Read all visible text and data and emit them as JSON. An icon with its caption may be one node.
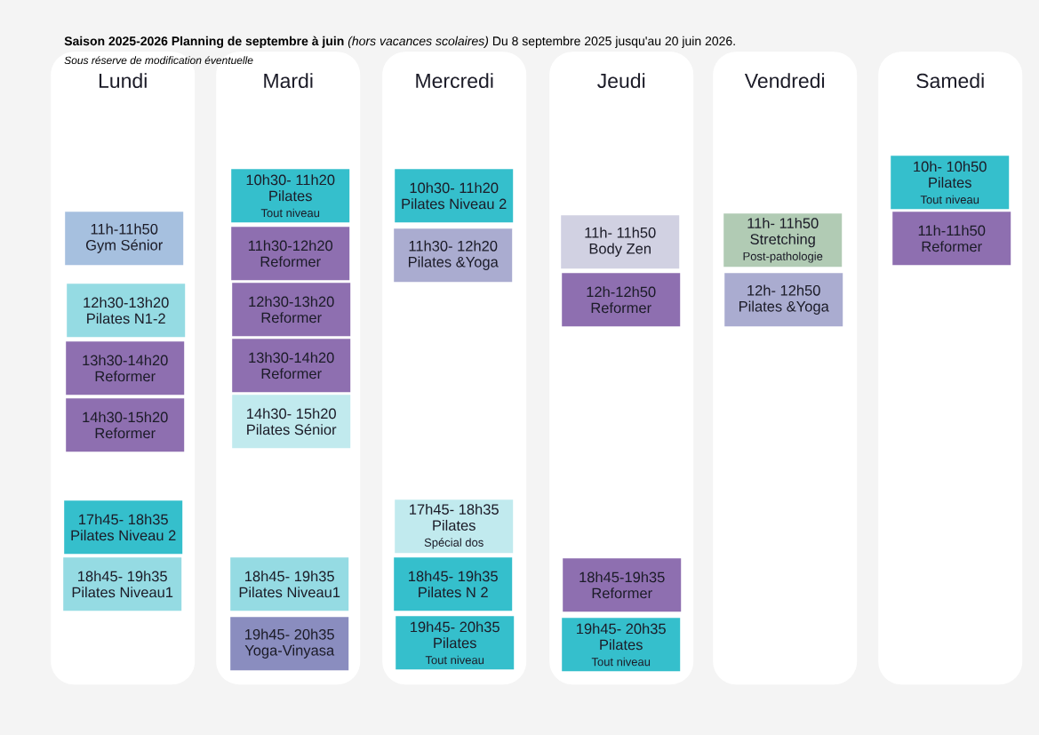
{
  "diagram": {
    "title": "**Saison 2025-2026 Planning de septembre à juin** *(hors vacances scolaires)* Du 8 septembre 2025 jusqu'au 20 juin 2026.",
    "nodes": [
      {
        "text": [
          "Lundi"
        ]
      },
      {
        "text": [
          "11h-11h50",
          "Gym Sénior"
        ],
        "in": 0
      },
      {
        "text": [
          "12h30-13h20",
          "Pilates N1-2"
        ],
        "in": 0
      },
      {
        "text": [
          "13h30-14h20",
          "Reformer"
        ],
        "in": 0
      },
      {
        "text": [
          "14h30-15h20",
          "Reformer"
        ],
        "in": 0
      },
      {
        "text": [
          "17h45- 18h35",
          "Pilates Niveau 2"
        ],
        "in": 0
      },
      {
        "text": [
          "18h45- 19h35",
          "Pilates Niveau1"
        ],
        "in": 0
      },
      {
        "text": [
          "Mardi"
        ]
      },
      {
        "text": [
          "10h30- 11h20",
          "Pilates",
          "Tout niveau"
        ],
        "in": 7
      },
      {
        "text": [
          "11h30-12h20",
          "Reformer"
        ],
        "in": 7
      },
      {
        "text": [
          "12h30-13h20",
          "Reformer"
        ],
        "in": 7
      },
      {
        "text": [
          "13h30-14h20",
          "Reformer"
        ],
        "in": 7
      },
      {
        "text": [
          "14h30- 15h20",
          "Pilates Sénior"
        ],
        "in": 7
      },
      {
        "text": [
          "18h45- 19h35",
          "Pilates Niveau1"
        ],
        "in": 7
      },
      {
        "text": [
          "19h45- 20h35",
          "Yoga-Vinyasa"
        ],
        "in": 7
      },
      {
        "text": [
          "Mercredi"
        ]
      },
      {
        "text": [
          "10h30- 11h20",
          "Pilates Niveau 2"
        ],
        "in": 15
      },
      {
        "text": [
          "11h30- 12h20",
          "Pilates &Yoga"
        ],
        "in": 15
      },
      {
        "text": [
          "17h45- 18h35",
          "Pilates",
          "Spécial dos"
        ],
        "in": 15
      },
      {
        "text": [
          "18h45- 19h35",
          "Pilates N 2"
        ],
        "in": 15
      },
      {
        "text": [
          "19h45- 20h35",
          "Pilates",
          "Tout niveau"
        ],
        "in": 15
      },
      {
        "text": [
          "Jeudi"
        ]
      },
      {
        "text": [
          "11h- 11h50",
          "Body Zen"
        ],
        "in": 21
      },
      {
        "text": [
          "12h-12h50",
          "Reformer"
        ],
        "in": 21
      },
      {
        "text": [
          "18h45-19h35",
          "Reformer"
        ],
        "in": 21
      },
      {
        "text": [
          "19h45- 20h35",
          "Pilates",
          "Tout niveau"
        ],
        "in": 21
      },
      {
        "text": [
          "Vendredi"
        ]
      },
      {
        "text": [
          "11h- 11h50",
          "Stretching",
          "Post-pathologie"
        ],
        "in": 26
      },
      {
        "text": [
          "12h- 12h50",
          "Pilates &Yoga"
        ],
        "in": 26
      },
      {
        "text": [
          "Samedi"
        ]
      },
      {
        "text": [
          "10h- 10h50",
          "Pilates",
          "Tout niveau"
        ],
        "in": 29
      },
      {
        "text": [
          "11h-11h50",
          "Reformer"
        ],
        "in": 29
      }
    ],
    "labels": [
      "Sous réserve de modification éventuelle"
    ]
  }
}
